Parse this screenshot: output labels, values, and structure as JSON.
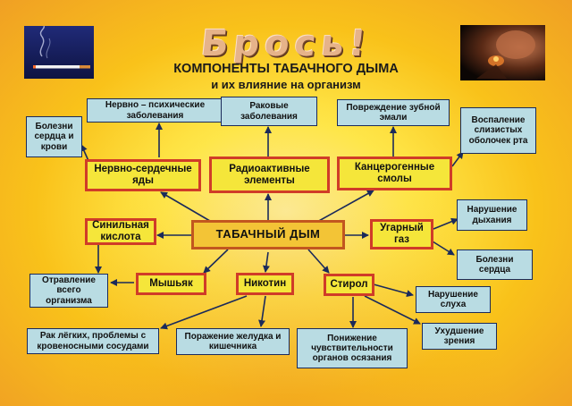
{
  "header": {
    "banner_text": "Брось!",
    "title_line1": "КОМПОНЕНТЫ ТАБАЧНОГО ДЫМА",
    "title_line2": "и их влияние на организм"
  },
  "diagram": {
    "center": "ТАБАЧНЫЙ ДЫМ",
    "components": {
      "nervno_serdechnye": "Нервно-сердечные яды",
      "radioaktivnye": "Радиоактивные элементы",
      "kancerogennye": "Канцерогенные смолы",
      "sinilnaya": "Синильная кислота",
      "ugarny": "Угарный газ",
      "myshyak": "Мышьяк",
      "nikotin": "Никотин",
      "stirol": "Стирол"
    },
    "effects": {
      "nervno_psih": "Нервно – психические заболевания",
      "rakovye": "Раковые заболевания",
      "zuby": "Повреждение зубной эмали",
      "serdce_krov": "Болезни сердца и крови",
      "slizistye": "Воспаление слизистых оболочек рта",
      "dyhanie": "Нарушение дыхания",
      "serdce": "Болезни сердца",
      "otravlenie": "Отравление всего организма",
      "sluh": "Нарушение слуха",
      "zrenie": "Ухудшение зрения",
      "legkie": "Рак лёгких, проблемы с кровеносными сосудами",
      "zheludok": "Поражение желудка и кишечника",
      "osyazanie": "Понижение чувствительности органов осязания"
    }
  },
  "colors": {
    "component_fill": "#f5e63a",
    "component_border": "#d03c28",
    "effect_fill": "#b9dce3",
    "effect_border": "#1b2a5a",
    "arrow": "#1b2a5a"
  },
  "icons": [
    "cigarette-photo",
    "smoker-photo"
  ]
}
